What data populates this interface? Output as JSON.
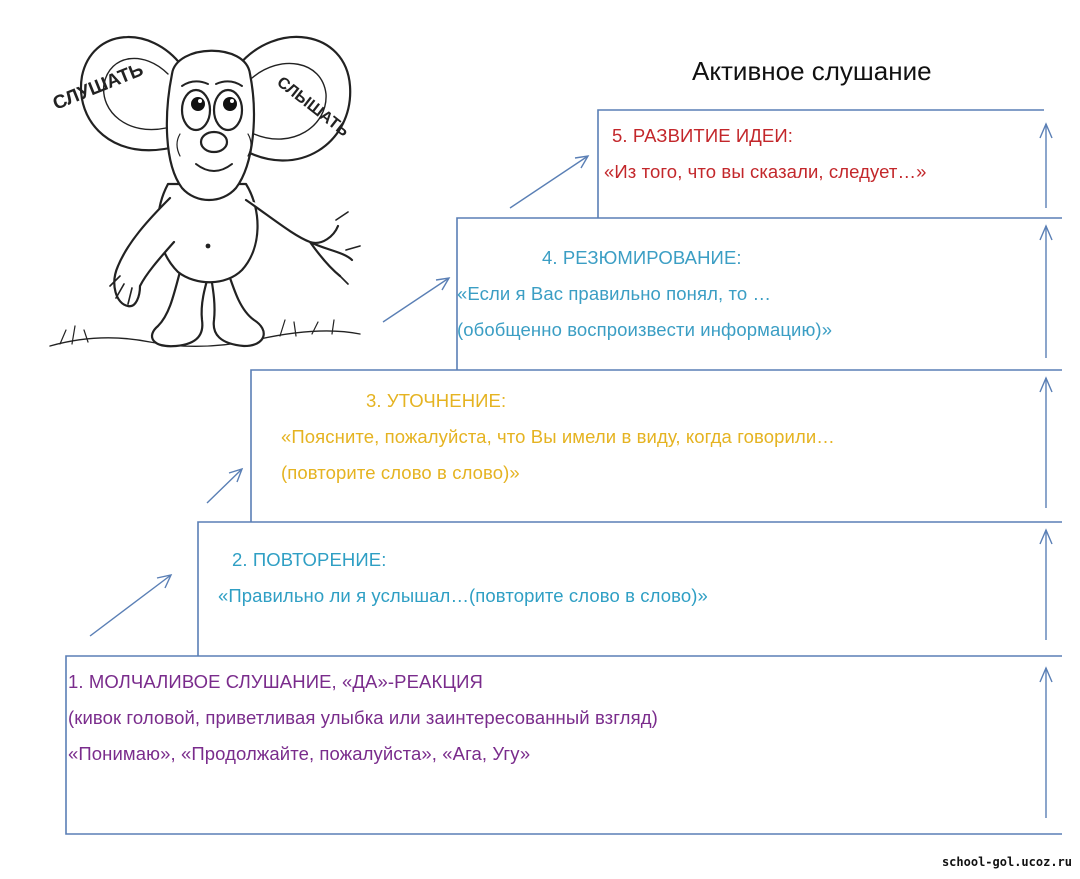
{
  "title": "Активное слушание",
  "mascot": {
    "icon": "big-eared-gnome-icon",
    "left_ear_label": "СЛУШАТЬ",
    "right_ear_label": "СЛЫШАТЬ"
  },
  "colors": {
    "step1": "#7a2c8c",
    "step2": "#2f9fc4",
    "step3": "#e5b321",
    "step4": "#3b9ec4",
    "step5": "#c3272b",
    "lines": "#5a7fb5"
  },
  "steps": [
    {
      "heading": "1.    МОЛЧАЛИВОЕ СЛУШАНИЕ, «ДА»-РЕАКЦИЯ",
      "lines": [
        "(кивок головой, приветливая улыбка или заинтересованный взгляд)",
        "«Понимаю»,  «Продолжайте, пожалуйста», «Ага, Угу»"
      ]
    },
    {
      "heading": "2. ПОВТОРЕНИЕ:",
      "lines": [
        "«Правильно ли я услышал…(повторите слово в слово)»"
      ]
    },
    {
      "heading": "3. УТОЧНЕНИЕ:",
      "lines": [
        "«Поясните, пожалуйста, что Вы имели в виду, когда говорили…",
        "(повторите слово в слово)»"
      ]
    },
    {
      "heading": "4. РЕЗЮМИРОВАНИЕ:",
      "lines": [
        "«Если я Вас правильно понял, то …",
        "(обобщенно воспроизвести информацию)»"
      ]
    },
    {
      "heading": "5. РАЗВИТИЕ ИДЕИ:",
      "lines": [
        "«Из того, что вы сказали, следует…»"
      ]
    }
  ],
  "watermark": "school-gol.ucoz.ru"
}
